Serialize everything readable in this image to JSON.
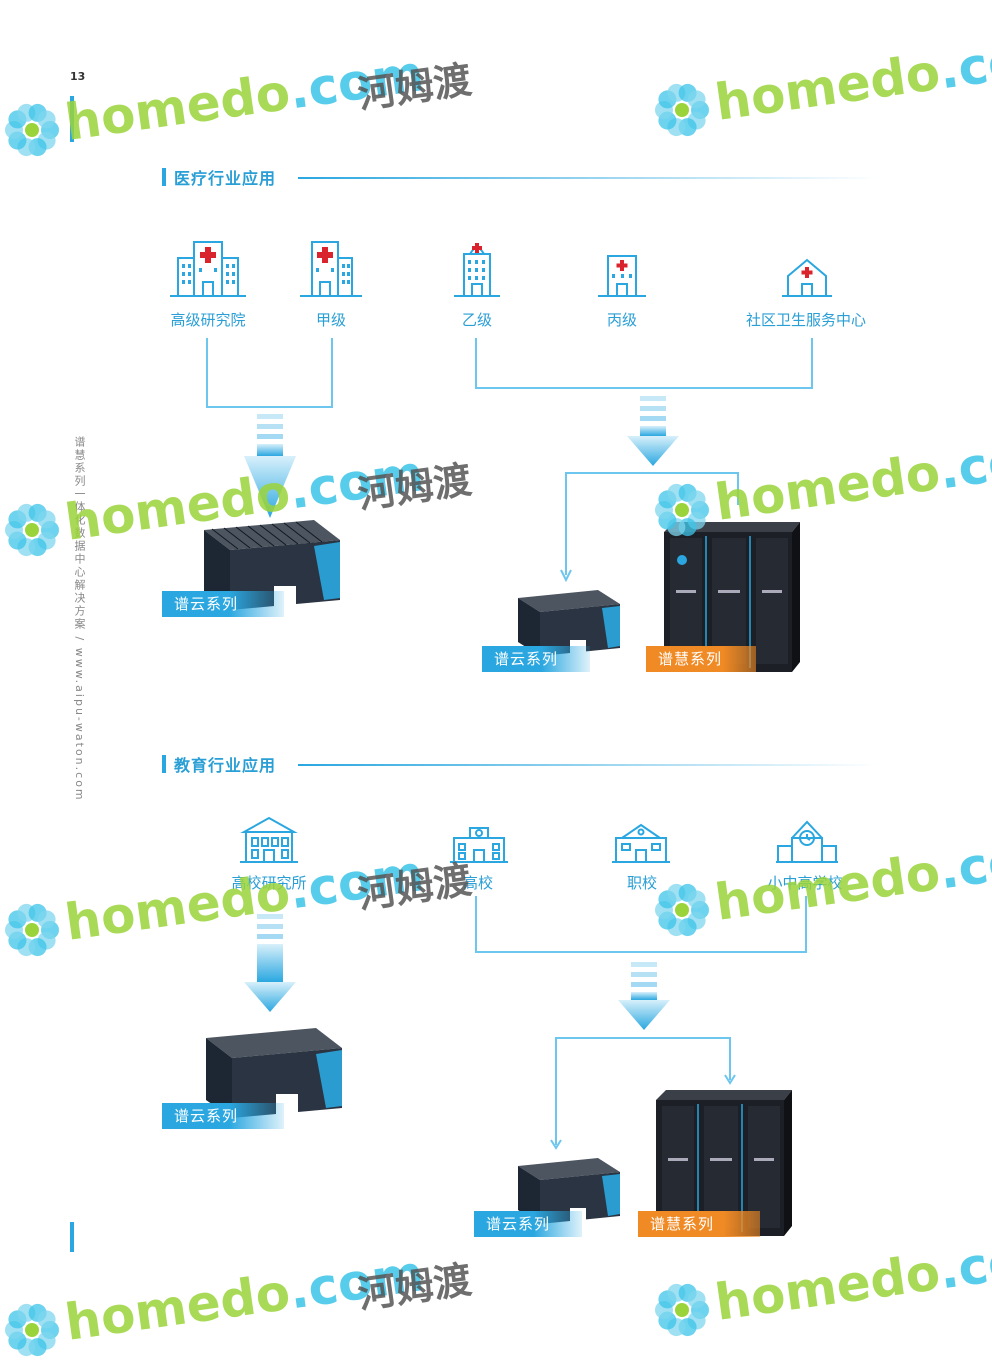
{
  "page_number": "13",
  "sidebar_text": "谱慧系列一体化数据中心解决方案 / www.aipu-waton.com",
  "medical": {
    "title": "医疗行业应用",
    "nodes": [
      "高级研究院",
      "甲级",
      "乙级",
      "丙级",
      "社区卫生服务中心"
    ],
    "tag_cloud_left": "谱云系列",
    "tag_cloud_right": "谱云系列",
    "tag_wisdom": "谱慧系列"
  },
  "education": {
    "title": "教育行业应用",
    "nodes": [
      "高校研究所",
      "高校",
      "职校",
      "小中高学校"
    ],
    "tag_cloud_left": "谱云系列",
    "tag_cloud_right": "谱云系列",
    "tag_wisdom": "谱慧系列"
  },
  "watermark": {
    "brand": "homedo",
    "suffix": ".com",
    "cn": "河姆渡"
  },
  "colors": {
    "accent": "#2aa7e0",
    "orange": "#f08a24",
    "watermark_green": "#9bd43a",
    "watermark_blue": "#3cc4e8"
  }
}
